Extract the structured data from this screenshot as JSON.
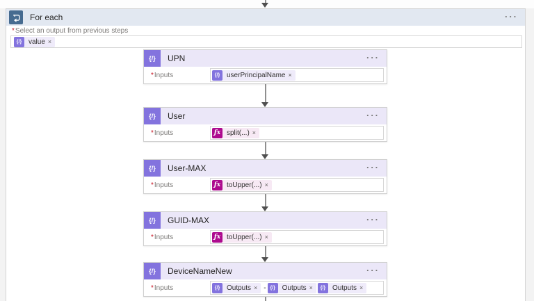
{
  "for_each": {
    "title": "For each",
    "field_label": "Select an output from previous steps",
    "chips": [
      {
        "type": "token",
        "label": "value"
      }
    ]
  },
  "actions": [
    {
      "title": "UPN",
      "inputs_label": "Inputs",
      "chips": [
        {
          "type": "token",
          "label": "userPrincipalName"
        }
      ]
    },
    {
      "title": "User",
      "inputs_label": "Inputs",
      "chips": [
        {
          "type": "expression",
          "label": "split(...)"
        }
      ]
    },
    {
      "title": "User-MAX",
      "inputs_label": "Inputs",
      "chips": [
        {
          "type": "expression",
          "label": "toUpper(...)"
        }
      ]
    },
    {
      "title": "GUID-MAX",
      "inputs_label": "Inputs",
      "chips": [
        {
          "type": "expression",
          "label": "toUpper(...)"
        }
      ]
    },
    {
      "title": "DeviceNameNew",
      "inputs_label": "Inputs",
      "chips": [
        {
          "type": "token",
          "label": "Outputs"
        },
        {
          "type": "text",
          "label": "-"
        },
        {
          "type": "token",
          "label": "Outputs"
        },
        {
          "type": "token",
          "label": "Outputs"
        }
      ]
    }
  ],
  "icons": {
    "more": "···",
    "remove": "×",
    "required_asterisk": "*",
    "compose_glyph": "{/}",
    "expression_glyph": "ƒx"
  },
  "colors": {
    "for_each_header_bg": "#e2e8f1",
    "for_each_icon_bg": "#466b90",
    "compose_header_bg": "#ebe7f8",
    "compose_icon_bg": "#8373de",
    "token_chip_bg": "#efebfa",
    "expression_icon_bg": "#ad0b8e",
    "expression_chip_bg": "#f7e9f4",
    "required_red": "#c50f1f"
  }
}
